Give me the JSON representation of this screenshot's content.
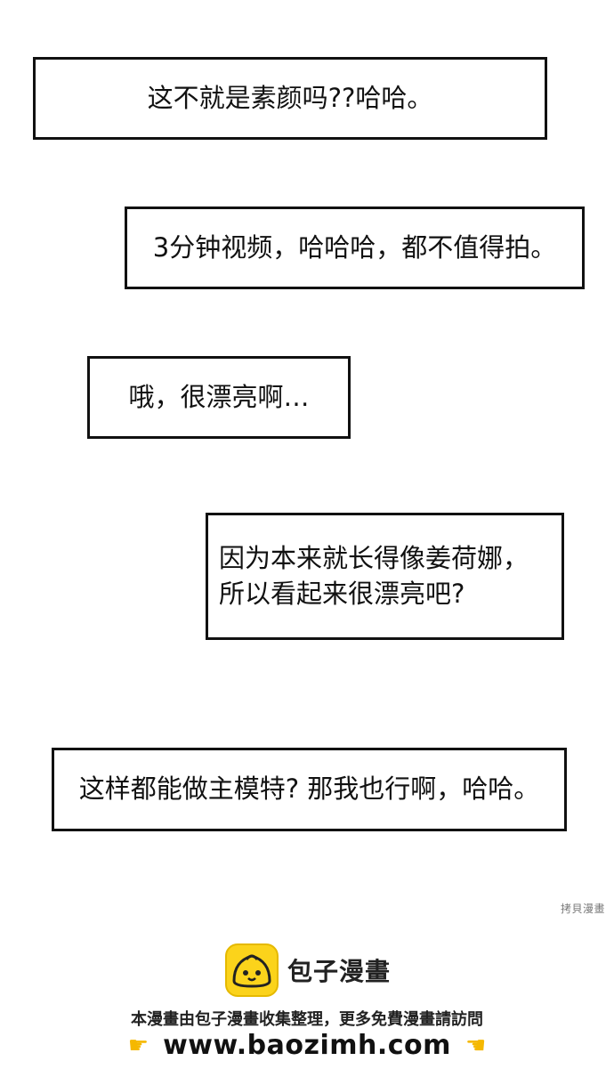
{
  "bubbles": [
    {
      "lines": [
        "这不就是素颜吗??哈哈。"
      ]
    },
    {
      "lines": [
        "3分钟视频，哈哈哈，都不值得拍。"
      ]
    },
    {
      "lines": [
        "哦，很漂亮啊…"
      ]
    },
    {
      "lines": [
        "因为本来就长得像姜荷娜，",
        "所以看起来很漂亮吧?"
      ]
    },
    {
      "lines": [
        "这样都能做主模特? 那我也行啊，哈哈。"
      ]
    }
  ],
  "watermark": "拷貝漫畫",
  "footer": {
    "logo_text": "包子漫畫",
    "notice": "本漫畫由包子漫畫收集整理，更多免費漫畫請訪問",
    "url": "www.baozimh.com",
    "logo_color": "#fbd31b",
    "left_icon": "pointing-right-hand-icon",
    "right_icon": "pointing-left-hand-icon"
  }
}
